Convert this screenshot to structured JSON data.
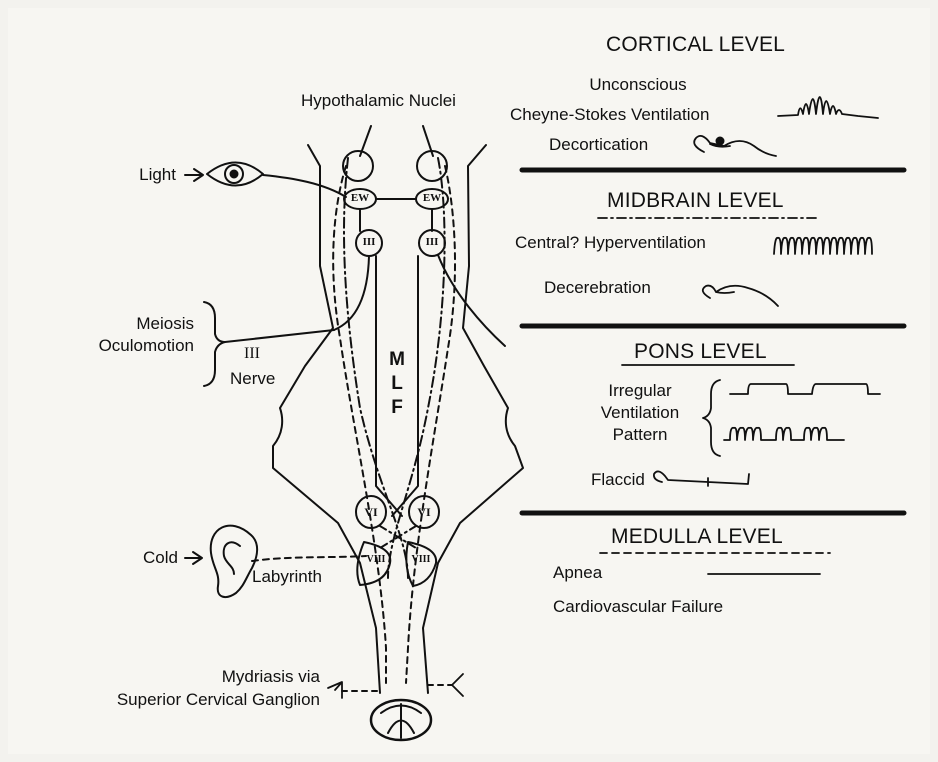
{
  "anatomy": {
    "hypothalamic_nuclei": "Hypothalamic Nuclei",
    "light": "Light",
    "ew_left": "EW",
    "ew_right": "EW",
    "iii_left": "III",
    "iii_right": "III",
    "meiosis_oculomotion": "Meiosis\nOculomotion",
    "iii_nerve_numeral": "III",
    "iii_nerve_word": "Nerve",
    "mlf": "M\nL\nF",
    "vi_left": "VI",
    "vi_right": "VI",
    "viii_left": "VIII",
    "viii_right": "VIII",
    "cold": "Cold",
    "labyrinth": "Labyrinth",
    "mydriasis": "Mydriasis via\nSuperior Cervical Ganglion"
  },
  "levels": {
    "cortical": {
      "title": "CORTICAL LEVEL",
      "unconscious": "Unconscious",
      "cheyne_stokes": "Cheyne-Stokes Ventilation",
      "decortication": "Decortication"
    },
    "midbrain": {
      "title": "MIDBRAIN LEVEL",
      "hyperventilation": "Central? Hyperventilation",
      "decerebration": "Decerebration"
    },
    "pons": {
      "title": "PONS LEVEL",
      "irregular": "Irregular\nVentilation\nPattern",
      "flaccid": "Flaccid"
    },
    "medulla": {
      "title": "MEDULLA LEVEL",
      "apnea": "Apnea",
      "cardiovascular": "Cardiovascular Failure"
    }
  }
}
